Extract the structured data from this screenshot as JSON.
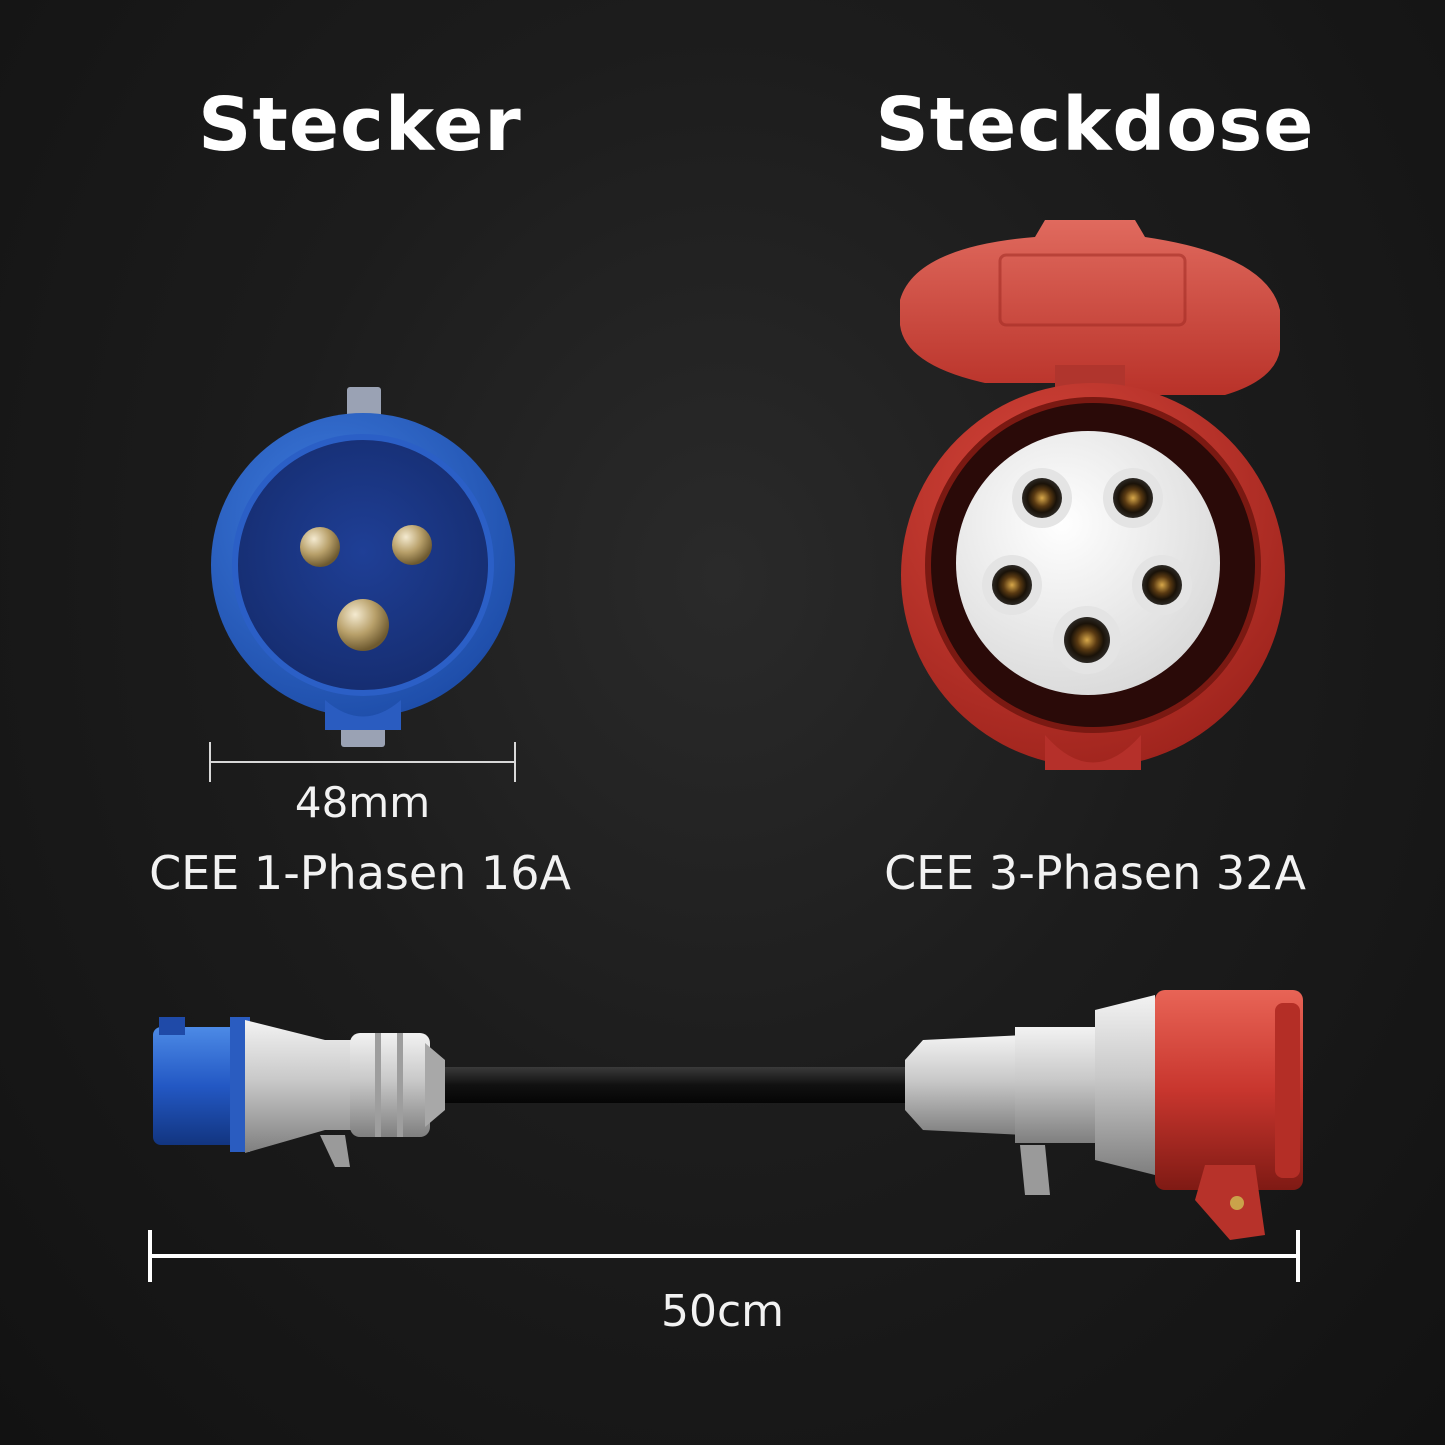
{
  "headings": {
    "plug": "Stecker",
    "socket": "Steckdose"
  },
  "plug": {
    "diameter": "48mm",
    "spec": "CEE 1-Phasen 16A",
    "color": "#2f63c8"
  },
  "socket": {
    "spec": "CEE 3-Phasen 32A",
    "color": "#c8362e"
  },
  "cable": {
    "length": "50cm"
  }
}
